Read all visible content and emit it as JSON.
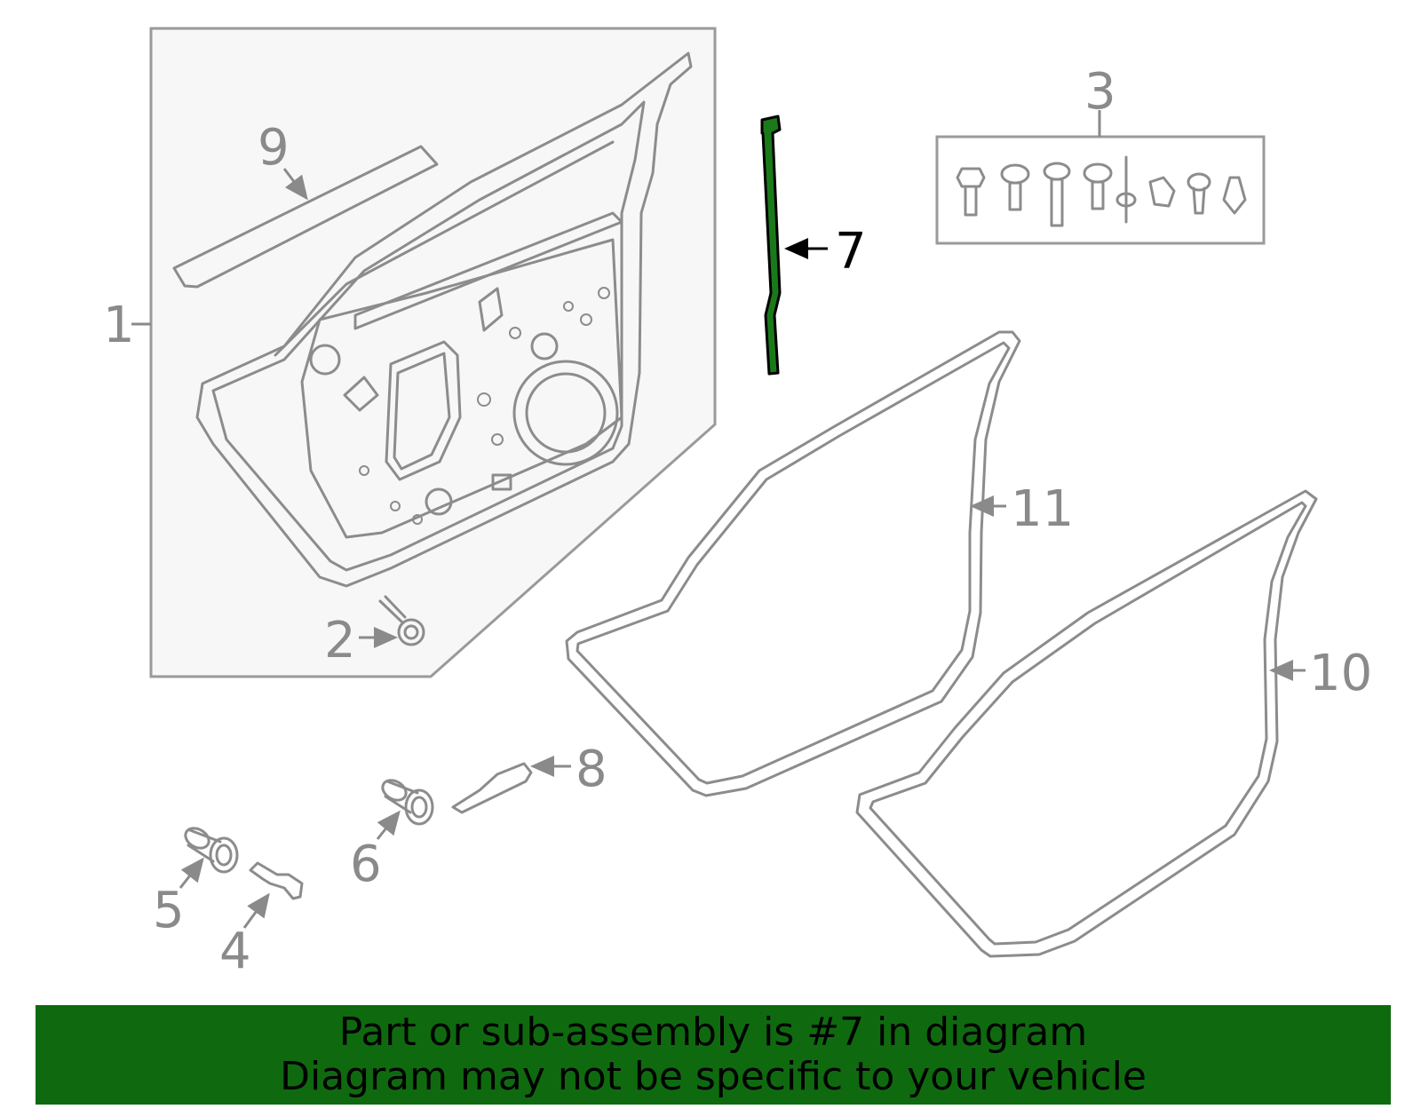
{
  "callouts": {
    "c1": "1",
    "c2": "2",
    "c3": "3",
    "c4": "4",
    "c5": "5",
    "c6": "6",
    "c7": "7",
    "c8": "8",
    "c9": "9",
    "c10": "10",
    "c11": "11"
  },
  "highlight_part": "7",
  "colors": {
    "highlight": "#1a7a1a",
    "banner": "#0f6a0f",
    "line": "#8c8c8c"
  },
  "banner": {
    "line1": "Part or sub-assembly is #7 in diagram",
    "line2": "Diagram may not be specific to your vehicle"
  }
}
